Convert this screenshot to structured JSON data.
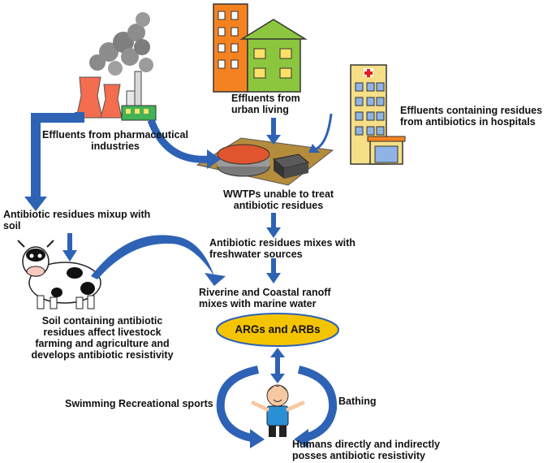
{
  "labels": {
    "urban": [
      "Effluents from",
      "urban living"
    ],
    "hospitals": [
      "Effluents containing residues",
      "from antibiotics in hospitals"
    ],
    "pharma": [
      "Effluents from pharmaceutical",
      "industries"
    ],
    "wwtp": [
      "WWTPs unable to treat",
      "antibiotic residues"
    ],
    "soil_mix": [
      "Antibiotic residues mixup with",
      "soil"
    ],
    "freshwater": [
      "Antibiotic residues mixes with",
      "freshwater sources"
    ],
    "riverine": [
      "Riverine and Coastal ranoff",
      "mixes with marine water"
    ],
    "livestock": [
      "Soil containing antibiotic",
      "residues affect livestock",
      "farming and agriculture and",
      "develops antibiotic resistivity"
    ],
    "args": "ARGs and ARBs",
    "swimming": "Swimming Recreational sports",
    "bathing": "Bathing",
    "humans": [
      "Humans directly and indirectly",
      "posses antibiotic resistivity"
    ]
  },
  "colors": {
    "arrow": "#2e62b5",
    "ellipse": "#f5c400",
    "ellipse_stroke": "#2e62b5",
    "factory": "#f36d4e",
    "building": "#f58220",
    "hospital": "#f6df86",
    "wwtp_base": "#b58c3c"
  }
}
